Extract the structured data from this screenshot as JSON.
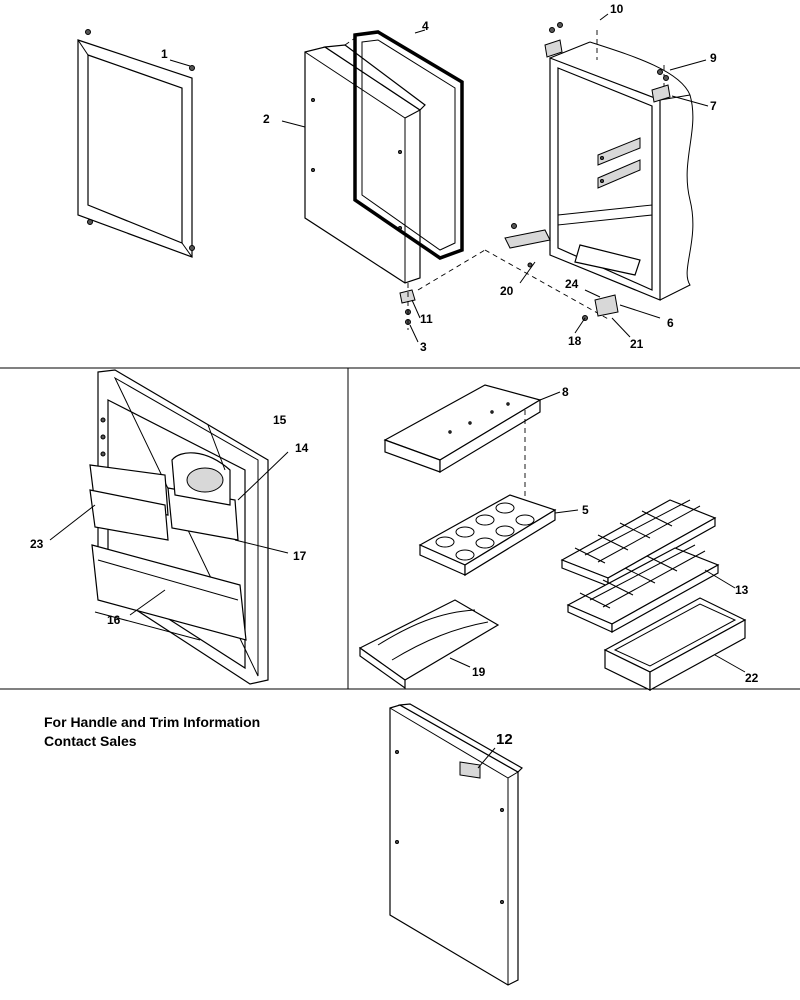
{
  "note": {
    "line1": "For Handle and Trim Information",
    "line2": "Contact Sales"
  },
  "labels": {
    "p1": "1",
    "p2": "2",
    "p3": "3",
    "p4": "4",
    "p5": "5",
    "p6": "6",
    "p7": "7",
    "p8": "8",
    "p9": "9",
    "p10": "10",
    "p11": "11",
    "p12": "12",
    "p13": "13",
    "p14": "14",
    "p15": "15",
    "p16": "16",
    "p17": "17",
    "p18": "18",
    "p19": "19",
    "p20": "20",
    "p21": "21",
    "p22": "22",
    "p23": "23",
    "p24": "24"
  }
}
